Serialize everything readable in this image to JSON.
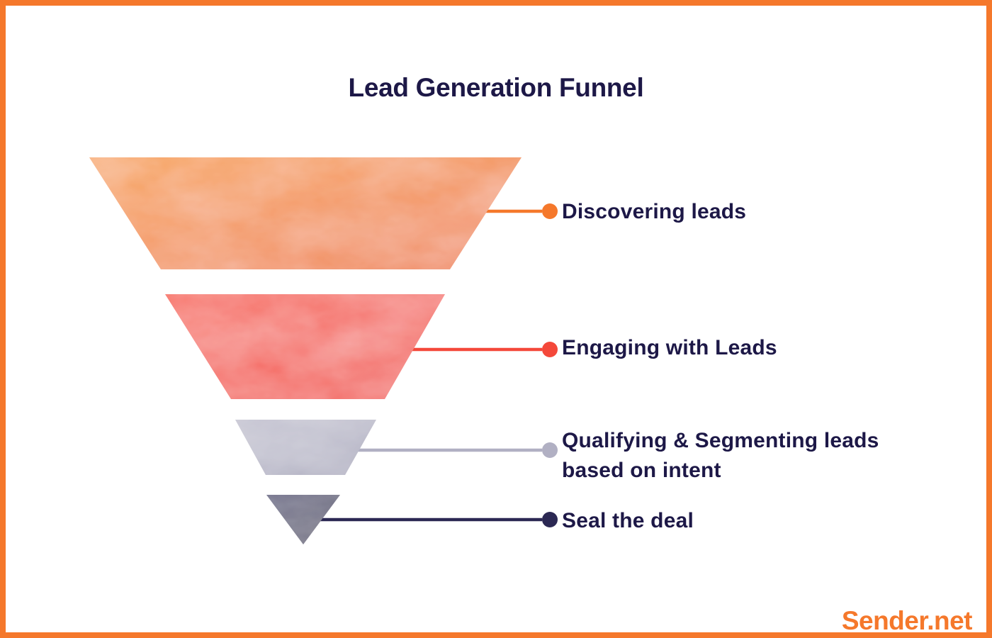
{
  "title": "Lead Generation Funnel",
  "brand": "Sender.net",
  "colors": {
    "border": "#F5782B",
    "background": "#FFFFFF",
    "title_text": "#1D1847",
    "label_text": "#1D1847",
    "brand_text": "#F5782B"
  },
  "chart_data": {
    "type": "funnel",
    "title": "Lead Generation Funnel",
    "orientation": "inverted-pyramid",
    "labels_position": "right",
    "stages": [
      {
        "order": 1,
        "label": "Discovering leads",
        "fill_start": "#F79A2E",
        "fill_end": "#EE7124",
        "line_color": "#F5782B"
      },
      {
        "order": 2,
        "label": "Engaging with Leads",
        "fill_start": "#F75E4D",
        "fill_end": "#F13A2D",
        "line_color": "#F4483A"
      },
      {
        "order": 3,
        "label": "Qualifying & Segmenting leads\nbased on intent",
        "fill_start": "#C0BFCE",
        "fill_end": "#A4A3B9",
        "line_color": "#B1B0C3"
      },
      {
        "order": 4,
        "label": "Seal the deal",
        "fill_start": "#3B386D",
        "fill_end": "#2B2854",
        "line_color": "#2B2853"
      }
    ]
  }
}
